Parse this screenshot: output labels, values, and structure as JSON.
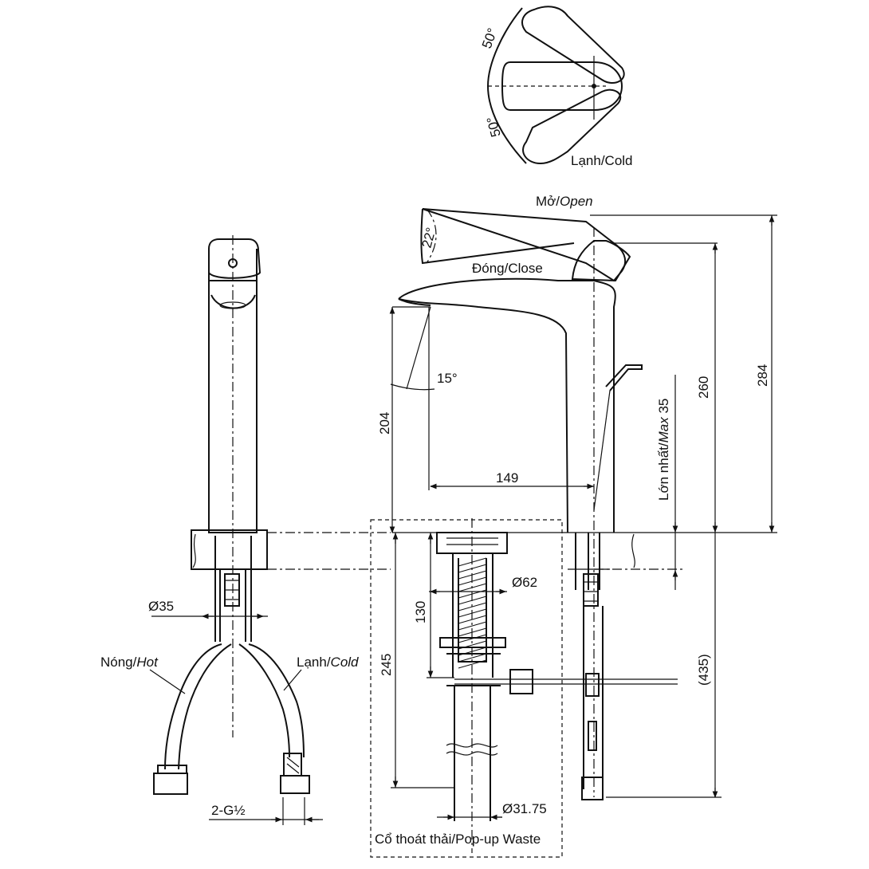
{
  "handle_view": {
    "angle_top": "50°",
    "angle_bottom": "50°",
    "cold_label": "Lạnh/",
    "cold_label_en": "Cold"
  },
  "side_view": {
    "open_label": "Mở/",
    "open_label_en": "Open",
    "close_label": "Đóng/Close",
    "angle_handle": "22°",
    "angle_spout": "15°",
    "dim_spout_height": "204",
    "dim_spout_reach": "149",
    "dim_body_height": "260",
    "dim_total_height": "284",
    "dim_deck_max_label": "Lớn nhất/",
    "dim_deck_max_en": "Max",
    "dim_deck_max_value": "35",
    "dim_below_deck": "(435)"
  },
  "front_view": {
    "dim_shank": "Ø35",
    "hot_label": "Nóng/",
    "hot_label_en": "Hot",
    "cold_label": "Lạnh/",
    "cold_label_en": "Cold",
    "thread_label": "2-G½"
  },
  "waste": {
    "dim_flange": "Ø62",
    "dim_130": "130",
    "dim_245": "245",
    "dim_tail": "Ø31.75",
    "caption": "Cổ thoát thải/Pop-up Waste"
  }
}
